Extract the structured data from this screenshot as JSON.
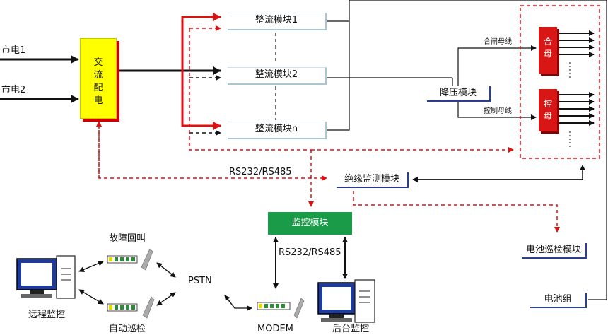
{
  "labels": {
    "mains1": "市电1",
    "mains2": "市电2",
    "ac_distribution": [
      "交",
      "流",
      "配",
      "电"
    ],
    "rect1": "整流模块1",
    "rect2": "整流模块2",
    "rectn": "整流模块n",
    "step_down": "降压模块",
    "closing_bus": "合闸母线",
    "control_bus": "控制母线",
    "closing_bar": [
      "合",
      "母"
    ],
    "control_bar": [
      "控",
      "母"
    ],
    "rs_top": "RS232/RS485",
    "insulation": "绝缘监测模块",
    "monitor": "监控模块",
    "rs_mid": "RS232/RS485",
    "fault_callback": "故障回叫",
    "pstn": "PSTN",
    "remote_monitor": "远程监控",
    "auto_patrol": "自动巡检",
    "modem": "MODEM",
    "backend_monitor": "后台监控",
    "battery_patrol": "电池巡检模块",
    "battery_group": "电池组"
  },
  "colors": {
    "ac_box": "#ffff00",
    "red_line": "#dd1111",
    "monitor_module": "#1a9b47",
    "bus_bar": "#d91616",
    "pc_screen": "#1e3a9a"
  }
}
